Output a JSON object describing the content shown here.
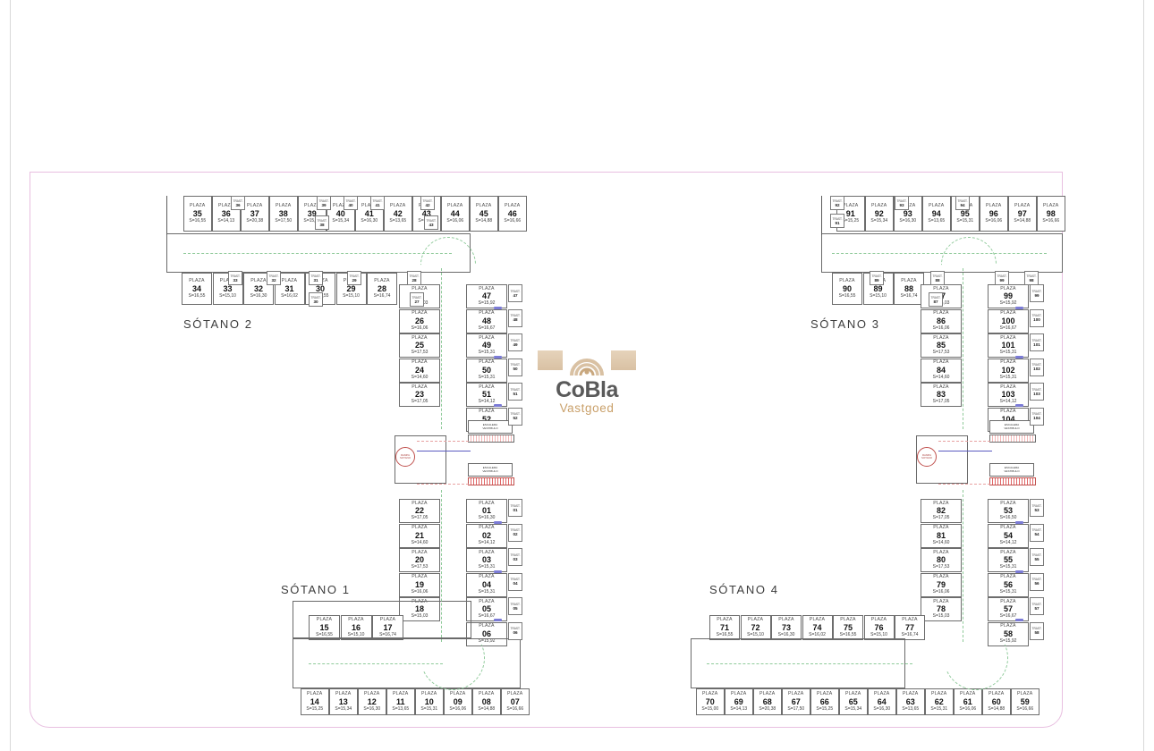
{
  "document": {
    "type": "architectural-floor-plan",
    "subject": "Parking garage basement levels",
    "stall_label": "PLAZA",
    "storage_label": "TRAST.",
    "area_prefix": "S="
  },
  "logo": {
    "name": "CoBla",
    "tagline": "Vastgoed",
    "mark_color": "#d9c1a3",
    "word_color": "#5a5a5a",
    "tagline_color": "#c9a06a"
  },
  "colors": {
    "frame": "#e8bfe0",
    "wall": "#6a6a6a",
    "guide": "#8fca9a",
    "ramp_red": "#c0504d",
    "door_blue": "#5a5ac0",
    "paper": "#ffffff"
  },
  "levels": [
    {
      "id": "sotano-1",
      "title": "SÓTANO 1"
    },
    {
      "id": "sotano-2",
      "title": "SÓTANO 2"
    },
    {
      "id": "sotano-3",
      "title": "SÓTANO 3"
    },
    {
      "id": "sotano-4",
      "title": "SÓTANO 4"
    }
  ],
  "notes": [
    {
      "id": "note-stair-a",
      "lines": [
        "ESCALERA",
        "Y",
        "VESTIBULO",
        "DE",
        "INDEPENDENCIA"
      ]
    },
    {
      "id": "note-stair-b",
      "lines": [
        "ESCALERA",
        "Y",
        "VESTIBULO",
        "DE",
        "INDEPENDENCIA"
      ]
    },
    {
      "id": "note-ramp-a",
      "lines": [
        "RAMPA",
        "ACCESO",
        "SOTANO"
      ]
    },
    {
      "id": "note-ramp-b",
      "lines": [
        "RAMPA",
        "ACCESO",
        "SOTANO"
      ]
    }
  ],
  "stalls": {
    "s2_top": [
      {
        "n": "35",
        "a": "S=16,55"
      },
      {
        "n": "36",
        "a": "S=14,13"
      },
      {
        "n": "37",
        "a": "S=20,38"
      },
      {
        "n": "38",
        "a": "S=17,50"
      },
      {
        "n": "39",
        "a": "S=15,25"
      },
      {
        "n": "40",
        "a": "S=15,34"
      },
      {
        "n": "41",
        "a": "S=16,30"
      },
      {
        "n": "42",
        "a": "S=13,65"
      },
      {
        "n": "43",
        "a": "S=15,31"
      },
      {
        "n": "44",
        "a": "S=16,06"
      },
      {
        "n": "45",
        "a": "S=14,88"
      },
      {
        "n": "46",
        "a": "S=16,66"
      }
    ],
    "s2_mid": [
      {
        "n": "34",
        "a": "S=16,55"
      },
      {
        "n": "33",
        "a": "S=15,10"
      },
      {
        "n": "32",
        "a": "S=16,30"
      },
      {
        "n": "31",
        "a": "S=16,02"
      },
      {
        "n": "30",
        "a": "S=16,55"
      },
      {
        "n": "29",
        "a": "S=15,10"
      },
      {
        "n": "28",
        "a": "S=16,74"
      }
    ],
    "s1_colL": [
      {
        "n": "27",
        "a": "S=15,03"
      },
      {
        "n": "26",
        "a": "S=16,06"
      },
      {
        "n": "25",
        "a": "S=17,53"
      },
      {
        "n": "24",
        "a": "S=14,60"
      },
      {
        "n": "23",
        "a": "S=17,05"
      }
    ],
    "s1_colR": [
      {
        "n": "47",
        "a": "S=15,92"
      },
      {
        "n": "48",
        "a": "S=16,67"
      },
      {
        "n": "49",
        "a": "S=15,31"
      },
      {
        "n": "50",
        "a": "S=15,31"
      },
      {
        "n": "51",
        "a": "S=14,12"
      },
      {
        "n": "52",
        "a": "S=16,30"
      }
    ],
    "s1_colL2": [
      {
        "n": "22",
        "a": "S=17,05"
      },
      {
        "n": "21",
        "a": "S=14,60"
      },
      {
        "n": "20",
        "a": "S=17,53"
      },
      {
        "n": "19",
        "a": "S=16,06"
      },
      {
        "n": "18",
        "a": "S=15,03"
      }
    ],
    "s1_colR2": [
      {
        "n": "01",
        "a": "S=16,30"
      },
      {
        "n": "02",
        "a": "S=14,12"
      },
      {
        "n": "03",
        "a": "S=15,31"
      },
      {
        "n": "04",
        "a": "S=15,31"
      },
      {
        "n": "05",
        "a": "S=16,67"
      },
      {
        "n": "06",
        "a": "S=15,92"
      }
    ],
    "s1_mid": [
      {
        "n": "15",
        "a": "S=16,55"
      },
      {
        "n": "16",
        "a": "S=15,10"
      },
      {
        "n": "17",
        "a": "S=16,74"
      }
    ],
    "s1_bottom": [
      {
        "n": "14",
        "a": "S=15,25"
      },
      {
        "n": "13",
        "a": "S=15,34"
      },
      {
        "n": "12",
        "a": "S=16,30"
      },
      {
        "n": "11",
        "a": "S=13,65"
      },
      {
        "n": "10",
        "a": "S=15,31"
      },
      {
        "n": "09",
        "a": "S=16,06"
      },
      {
        "n": "08",
        "a": "S=14,88"
      },
      {
        "n": "07",
        "a": "S=16,66"
      }
    ],
    "s3_top": [
      {
        "n": "91",
        "a": "S=15,25"
      },
      {
        "n": "92",
        "a": "S=15,34"
      },
      {
        "n": "93",
        "a": "S=16,30"
      },
      {
        "n": "94",
        "a": "S=13,65"
      },
      {
        "n": "95",
        "a": "S=15,31"
      },
      {
        "n": "96",
        "a": "S=16,06"
      },
      {
        "n": "97",
        "a": "S=14,88"
      },
      {
        "n": "98",
        "a": "S=16,66"
      }
    ],
    "s3_mid": [
      {
        "n": "90",
        "a": "S=16,55"
      },
      {
        "n": "89",
        "a": "S=15,10"
      },
      {
        "n": "88",
        "a": "S=16,74"
      }
    ],
    "s3_colL": [
      {
        "n": "87",
        "a": "S=15,03"
      },
      {
        "n": "86",
        "a": "S=16,06"
      },
      {
        "n": "85",
        "a": "S=17,53"
      },
      {
        "n": "84",
        "a": "S=14,60"
      },
      {
        "n": "83",
        "a": "S=17,05"
      }
    ],
    "s3_colR": [
      {
        "n": "99",
        "a": "S=15,92"
      },
      {
        "n": "100",
        "a": "S=16,67"
      },
      {
        "n": "101",
        "a": "S=15,31"
      },
      {
        "n": "102",
        "a": "S=15,31"
      },
      {
        "n": "103",
        "a": "S=14,12"
      },
      {
        "n": "104",
        "a": "S=16,50"
      }
    ],
    "s4_colL": [
      {
        "n": "82",
        "a": "S=17,05"
      },
      {
        "n": "81",
        "a": "S=14,60"
      },
      {
        "n": "80",
        "a": "S=17,53"
      },
      {
        "n": "79",
        "a": "S=16,06"
      },
      {
        "n": "78",
        "a": "S=15,03"
      }
    ],
    "s4_colR": [
      {
        "n": "53",
        "a": "S=16,50"
      },
      {
        "n": "54",
        "a": "S=14,12"
      },
      {
        "n": "55",
        "a": "S=15,31"
      },
      {
        "n": "56",
        "a": "S=15,31"
      },
      {
        "n": "57",
        "a": "S=16,67"
      },
      {
        "n": "58",
        "a": "S=15,92"
      }
    ],
    "s4_mid": [
      {
        "n": "71",
        "a": "S=16,55"
      },
      {
        "n": "72",
        "a": "S=15,10"
      },
      {
        "n": "73",
        "a": "S=16,30"
      },
      {
        "n": "74",
        "a": "S=16,02"
      },
      {
        "n": "75",
        "a": "S=16,55"
      },
      {
        "n": "76",
        "a": "S=15,10"
      },
      {
        "n": "77",
        "a": "S=16,74"
      }
    ],
    "s4_bottom": [
      {
        "n": "70",
        "a": "S=15,00"
      },
      {
        "n": "69",
        "a": "S=14,13"
      },
      {
        "n": "68",
        "a": "S=20,38"
      },
      {
        "n": "67",
        "a": "S=17,50"
      },
      {
        "n": "66",
        "a": "S=15,25"
      },
      {
        "n": "65",
        "a": "S=15,34"
      },
      {
        "n": "64",
        "a": "S=16,30"
      },
      {
        "n": "63",
        "a": "S=13,65"
      },
      {
        "n": "62",
        "a": "S=15,31"
      },
      {
        "n": "61",
        "a": "S=16,06"
      },
      {
        "n": "60",
        "a": "S=14,88"
      },
      {
        "n": "59",
        "a": "S=16,66"
      }
    ]
  }
}
